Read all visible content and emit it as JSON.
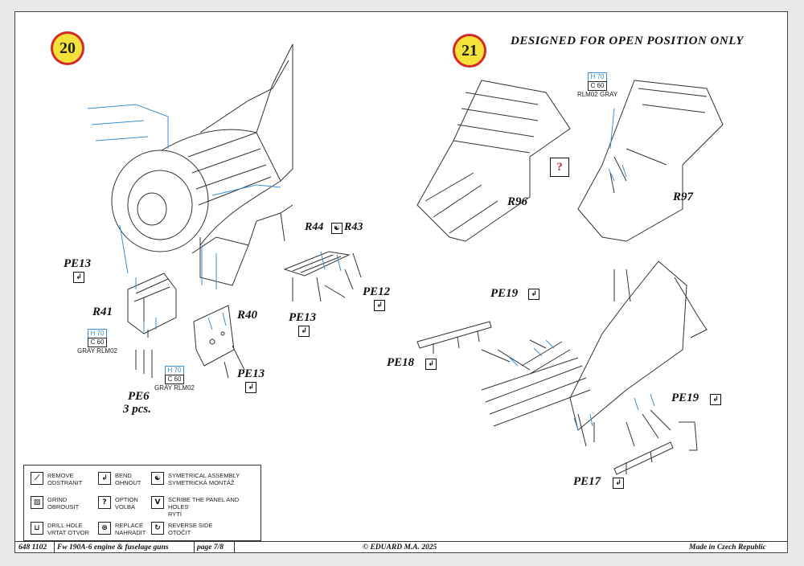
{
  "step20": {
    "number": "20"
  },
  "step21": {
    "number": "21",
    "note": "DESIGNED FOR OPEN POSITION ONLY"
  },
  "labels20": {
    "pe13_top": "PE13",
    "r41": "R41",
    "r40": "R40",
    "pe6": "PE6",
    "pe6_qty": "3 pcs.",
    "pe13_bottom": "PE13",
    "r44": "R44",
    "r43": "R43",
    "pe12": "PE12",
    "pe13_right": "PE13"
  },
  "labels21": {
    "r96": "R96",
    "r97": "R97",
    "pe19_top": "PE19",
    "pe18": "PE18",
    "pe19_right": "PE19",
    "pe17": "PE17"
  },
  "paint_r41": {
    "h": "H 70",
    "c": "C 60",
    "name": "GRAY RLM02"
  },
  "paint_r40": {
    "h": "H 70",
    "c": "C 60",
    "name": "GRAY RLM02"
  },
  "paint_r97": {
    "h": "H 70",
    "c": "C 60",
    "name": "RLM02 GRAY"
  },
  "option_glyph": "?",
  "legend": [
    {
      "icon": "knife-icon",
      "glyph": "⟋",
      "line1": "REMOVE",
      "line2": "ODSTRANIT"
    },
    {
      "icon": "bend-icon",
      "glyph": "↲",
      "line1": "BEND",
      "line2": "OHNOUT"
    },
    {
      "icon": "yin-yang-icon",
      "glyph": "☯",
      "line1": "SYMETRICAL ASSEMBLY",
      "line2": "SYMETRICKÁ MONTÁŽ"
    },
    {
      "icon": "file-icon",
      "glyph": "▨",
      "line1": "GRIND",
      "line2": "OBROUSIT"
    },
    {
      "icon": "question-icon",
      "glyph": "?",
      "line1": "OPTION",
      "line2": "VOLBA"
    },
    {
      "icon": "scribe-icon",
      "glyph": "V",
      "line1": "SCRIBE THE PANEL AND HOLES",
      "line2": "RYTÍ"
    },
    {
      "icon": "drill-icon",
      "glyph": "⊔",
      "line1": "DRILL HOLE",
      "line2": "VRTAT OTVOR"
    },
    {
      "icon": "replace-icon",
      "glyph": "⊛",
      "line1": "REPLACE",
      "line2": "NAHRADIT"
    },
    {
      "icon": "reverse-icon",
      "glyph": "↻",
      "line1": "REVERSE SIDE",
      "line2": "OTOČIT"
    }
  ],
  "footer": {
    "code": "648 1102",
    "title": "Fw 190A-6 engine & fuselage guns",
    "page": "page 7/8",
    "copyright": "© EDUARD  M.A. 2025",
    "origin": "Made in Czech Republic"
  }
}
